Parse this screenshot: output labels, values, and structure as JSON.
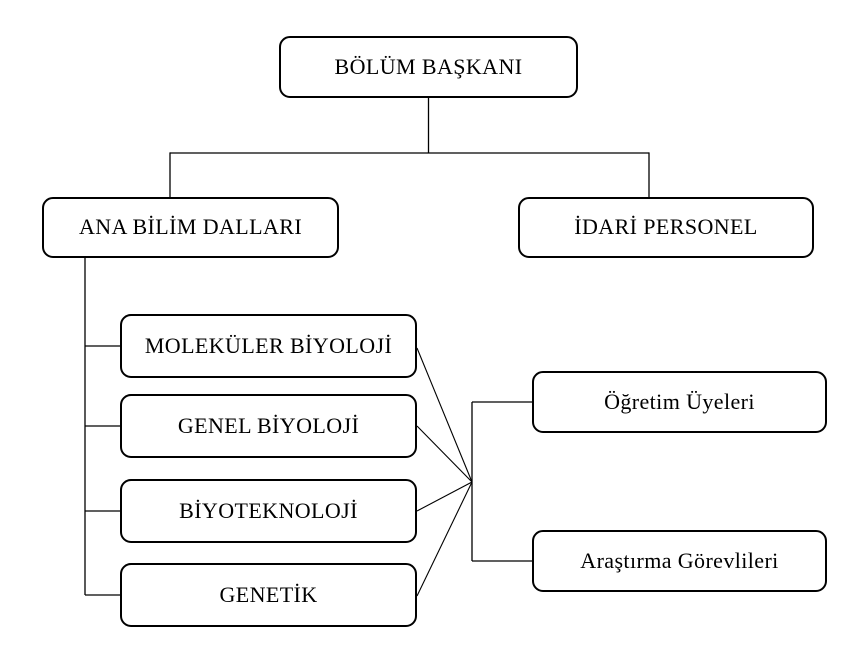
{
  "diagram": {
    "type": "org-chart",
    "background": "#ffffff",
    "colors": {
      "node_border": "#000000",
      "node_fill": "#ffffff",
      "line": "#000000",
      "text": "#000000"
    },
    "nodes": {
      "bolum_baskani": {
        "label": "BÖLÜM BAŞKANI"
      },
      "ana_bilim_dallari": {
        "label": "ANA BİLİM DALLARI"
      },
      "idari_personel": {
        "label": "İDARİ PERSONEL"
      },
      "molekuler_biyoloji": {
        "label": "MOLEKÜLER BİYOLOJİ"
      },
      "genel_biyoloji": {
        "label": "GENEL BİYOLOJİ"
      },
      "biyoteknoloji": {
        "label": "BİYOTEKNOLOJİ"
      },
      "genetik": {
        "label": "GENETİK"
      },
      "ogretim_uyeleri": {
        "label": "Öğretim Üyeleri"
      },
      "arastirma_gorevlileri": {
        "label": "Araştırma Görevlileri"
      }
    },
    "edges": [
      {
        "from": "bolum_baskani",
        "to": "ana_bilim_dallari"
      },
      {
        "from": "bolum_baskani",
        "to": "idari_personel"
      },
      {
        "from": "ana_bilim_dallari",
        "to": "molekuler_biyoloji"
      },
      {
        "from": "ana_bilim_dallari",
        "to": "genel_biyoloji"
      },
      {
        "from": "ana_bilim_dallari",
        "to": "biyoteknoloji"
      },
      {
        "from": "ana_bilim_dallari",
        "to": "genetik"
      },
      {
        "from": "molekuler_biyoloji",
        "to": "staff_junction"
      },
      {
        "from": "genel_biyoloji",
        "to": "staff_junction"
      },
      {
        "from": "biyoteknoloji",
        "to": "staff_junction"
      },
      {
        "from": "genetik",
        "to": "staff_junction"
      },
      {
        "from": "staff_junction",
        "to": "ogretim_uyeleri"
      },
      {
        "from": "staff_junction",
        "to": "arastirma_gorevlileri"
      }
    ]
  }
}
